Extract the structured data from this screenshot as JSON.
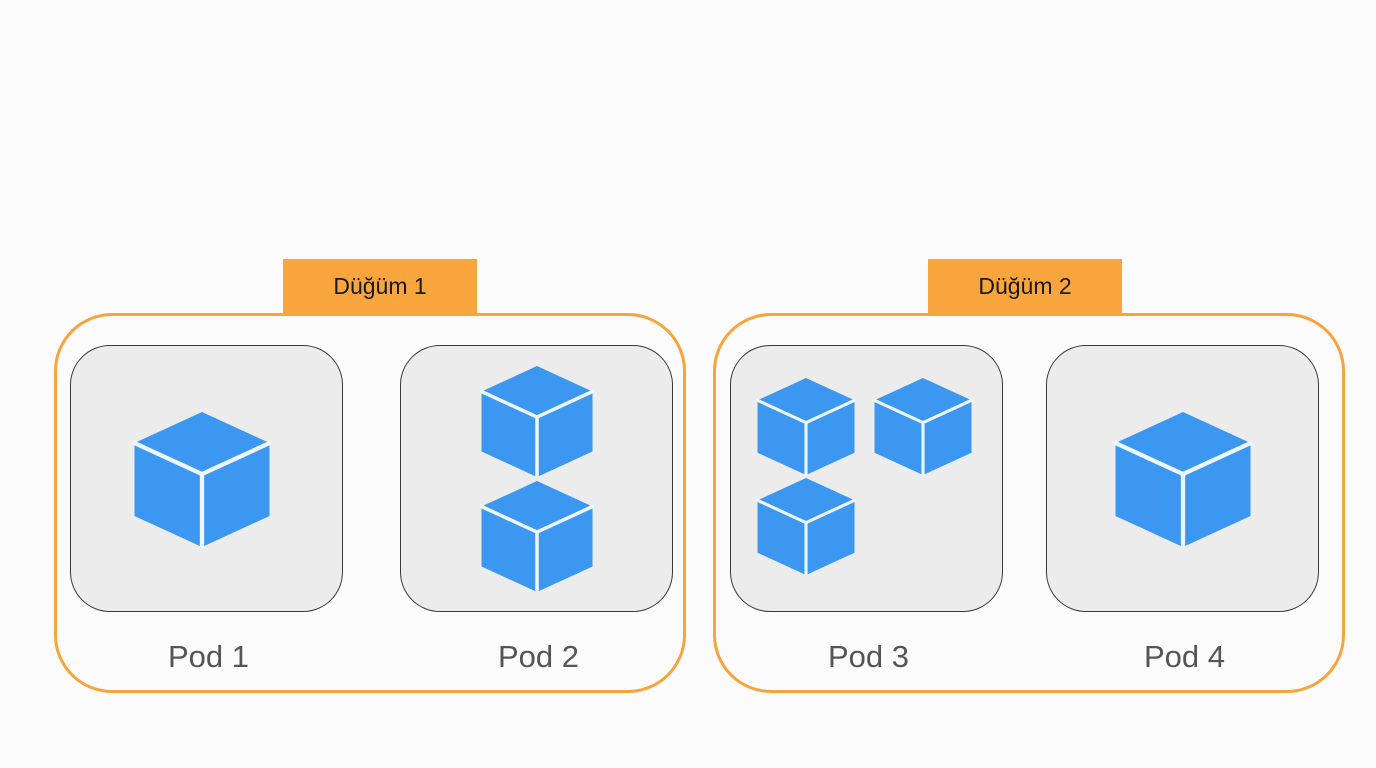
{
  "nodes": [
    {
      "label": "Düğüm 1",
      "pods": [
        {
          "label": "Pod 1",
          "containers": 1
        },
        {
          "label": "Pod 2",
          "containers": 2
        }
      ]
    },
    {
      "label": "Düğüm 2",
      "pods": [
        {
          "label": "Pod 3",
          "containers": 3
        },
        {
          "label": "Pod 4",
          "containers": 1
        }
      ]
    }
  ],
  "colors": {
    "node_border": "#f7a43c",
    "node_tab": "#f9a53d",
    "pod_fill": "#ececec",
    "pod_border": "#3a3a3a",
    "container": "#3b97ef",
    "label_text": "#555555"
  },
  "icons": {
    "container": "cube-icon"
  }
}
